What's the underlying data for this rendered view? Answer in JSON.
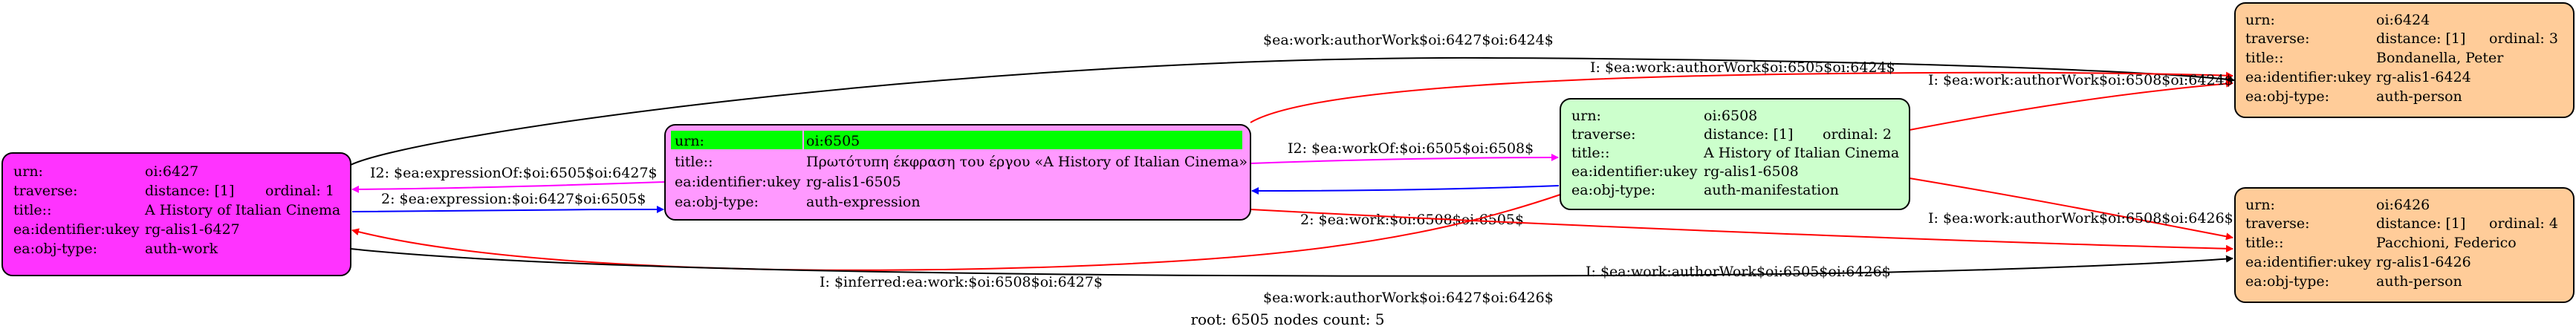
{
  "footer": "root: 6505 nodes count: 5",
  "colors": {
    "work_fill": "#ff33ff",
    "expression_fill": "#ff99ff",
    "expression_header": "#00ff00",
    "manifestation_fill": "#ccffcc",
    "person_fill": "#ffcc99",
    "edge_black": "#000000",
    "edge_red": "#ff0000",
    "edge_magenta": "#ff00ff",
    "edge_blue": "#0000ff"
  },
  "nodes": {
    "work": {
      "rows": [
        {
          "key": "urn:",
          "val": "oi:6427",
          "extra": ""
        },
        {
          "key": "traverse:",
          "val": "distance: [1]",
          "extra": "ordinal: 1"
        },
        {
          "key": "title::",
          "val": "A History of Italian Cinema",
          "extra": ""
        },
        {
          "key": "ea:identifier:ukey",
          "val": "rg-alis1-6427",
          "extra": ""
        },
        {
          "key": "ea:obj-type:",
          "val": "auth-work",
          "extra": ""
        }
      ]
    },
    "expression": {
      "rows": [
        {
          "key": "urn:",
          "val": "oi:6505",
          "extra": ""
        },
        {
          "key": "title::",
          "val": "Πρωτότυπη έκφραση του έργου «A History of Italian Cinema»",
          "extra": ""
        },
        {
          "key": "ea:identifier:ukey",
          "val": "rg-alis1-6505",
          "extra": ""
        },
        {
          "key": "ea:obj-type:",
          "val": "auth-expression",
          "extra": ""
        }
      ]
    },
    "manifestation": {
      "rows": [
        {
          "key": "urn:",
          "val": "oi:6508",
          "extra": ""
        },
        {
          "key": "traverse:",
          "val": "distance: [1]",
          "extra": "ordinal: 2"
        },
        {
          "key": "title::",
          "val": "A History of Italian Cinema",
          "extra": ""
        },
        {
          "key": "ea:identifier:ukey",
          "val": "rg-alis1-6508",
          "extra": ""
        },
        {
          "key": "ea:obj-type:",
          "val": "auth-manifestation",
          "extra": ""
        }
      ]
    },
    "person1": {
      "rows": [
        {
          "key": "urn:",
          "val": "oi:6424",
          "extra": ""
        },
        {
          "key": "traverse:",
          "val": "distance: [1]",
          "extra": "ordinal: 3"
        },
        {
          "key": "title::",
          "val": "Bondanella, Peter",
          "extra": ""
        },
        {
          "key": "ea:identifier:ukey",
          "val": "rg-alis1-6424",
          "extra": ""
        },
        {
          "key": "ea:obj-type:",
          "val": "auth-person",
          "extra": ""
        }
      ]
    },
    "person2": {
      "rows": [
        {
          "key": "urn:",
          "val": "oi:6426",
          "extra": ""
        },
        {
          "key": "traverse:",
          "val": "distance: [1]",
          "extra": "ordinal: 4"
        },
        {
          "key": "title::",
          "val": "Pacchioni, Federico",
          "extra": ""
        },
        {
          "key": "ea:identifier:ukey",
          "val": "rg-alis1-6426",
          "extra": ""
        },
        {
          "key": "ea:obj-type:",
          "val": "auth-person",
          "extra": ""
        }
      ]
    }
  },
  "edges": {
    "work_person1": "$ea:work:authorWork$oi:6427$oi:6424$",
    "expr_person1": "I: $ea:work:authorWork$oi:6505$oi:6424$",
    "manif_person1": "I: $ea:work:authorWork$oi:6508$oi:6424$",
    "expr_manif": "I2: $ea:workOf:$oi:6505$oi:6508$",
    "manif_expr": "2: $ea:work:$oi:6508$oi:6505$",
    "manif_person2": "I: $ea:work:authorWork$oi:6508$oi:6426$",
    "expr_work": "I2: $ea:expressionOf:$oi:6505$oi:6427$",
    "work_expr": "2: $ea:expression:$oi:6427$oi:6505$",
    "expr_person2": "I: $ea:work:authorWork$oi:6505$oi:6426$",
    "manif_work": "I: $inferred:ea:work:$oi:6508$oi:6427$",
    "work_person2": "$ea:work:authorWork$oi:6427$oi:6426$"
  }
}
